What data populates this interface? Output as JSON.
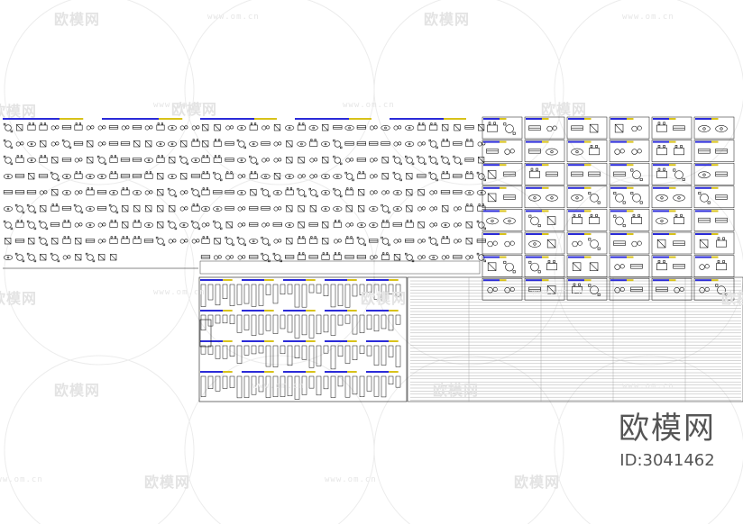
{
  "watermark": {
    "text": "欧模网",
    "url": "www.om.cn"
  },
  "brand": {
    "logo_text": "欧模网",
    "id_text": "ID:3041462"
  },
  "colors": {
    "background": "#ffffff",
    "linework": "#111111",
    "title_block": "#2b2bd8",
    "title_block_accent": "#d8c21a",
    "watermark": "#e3e3e3"
  }
}
